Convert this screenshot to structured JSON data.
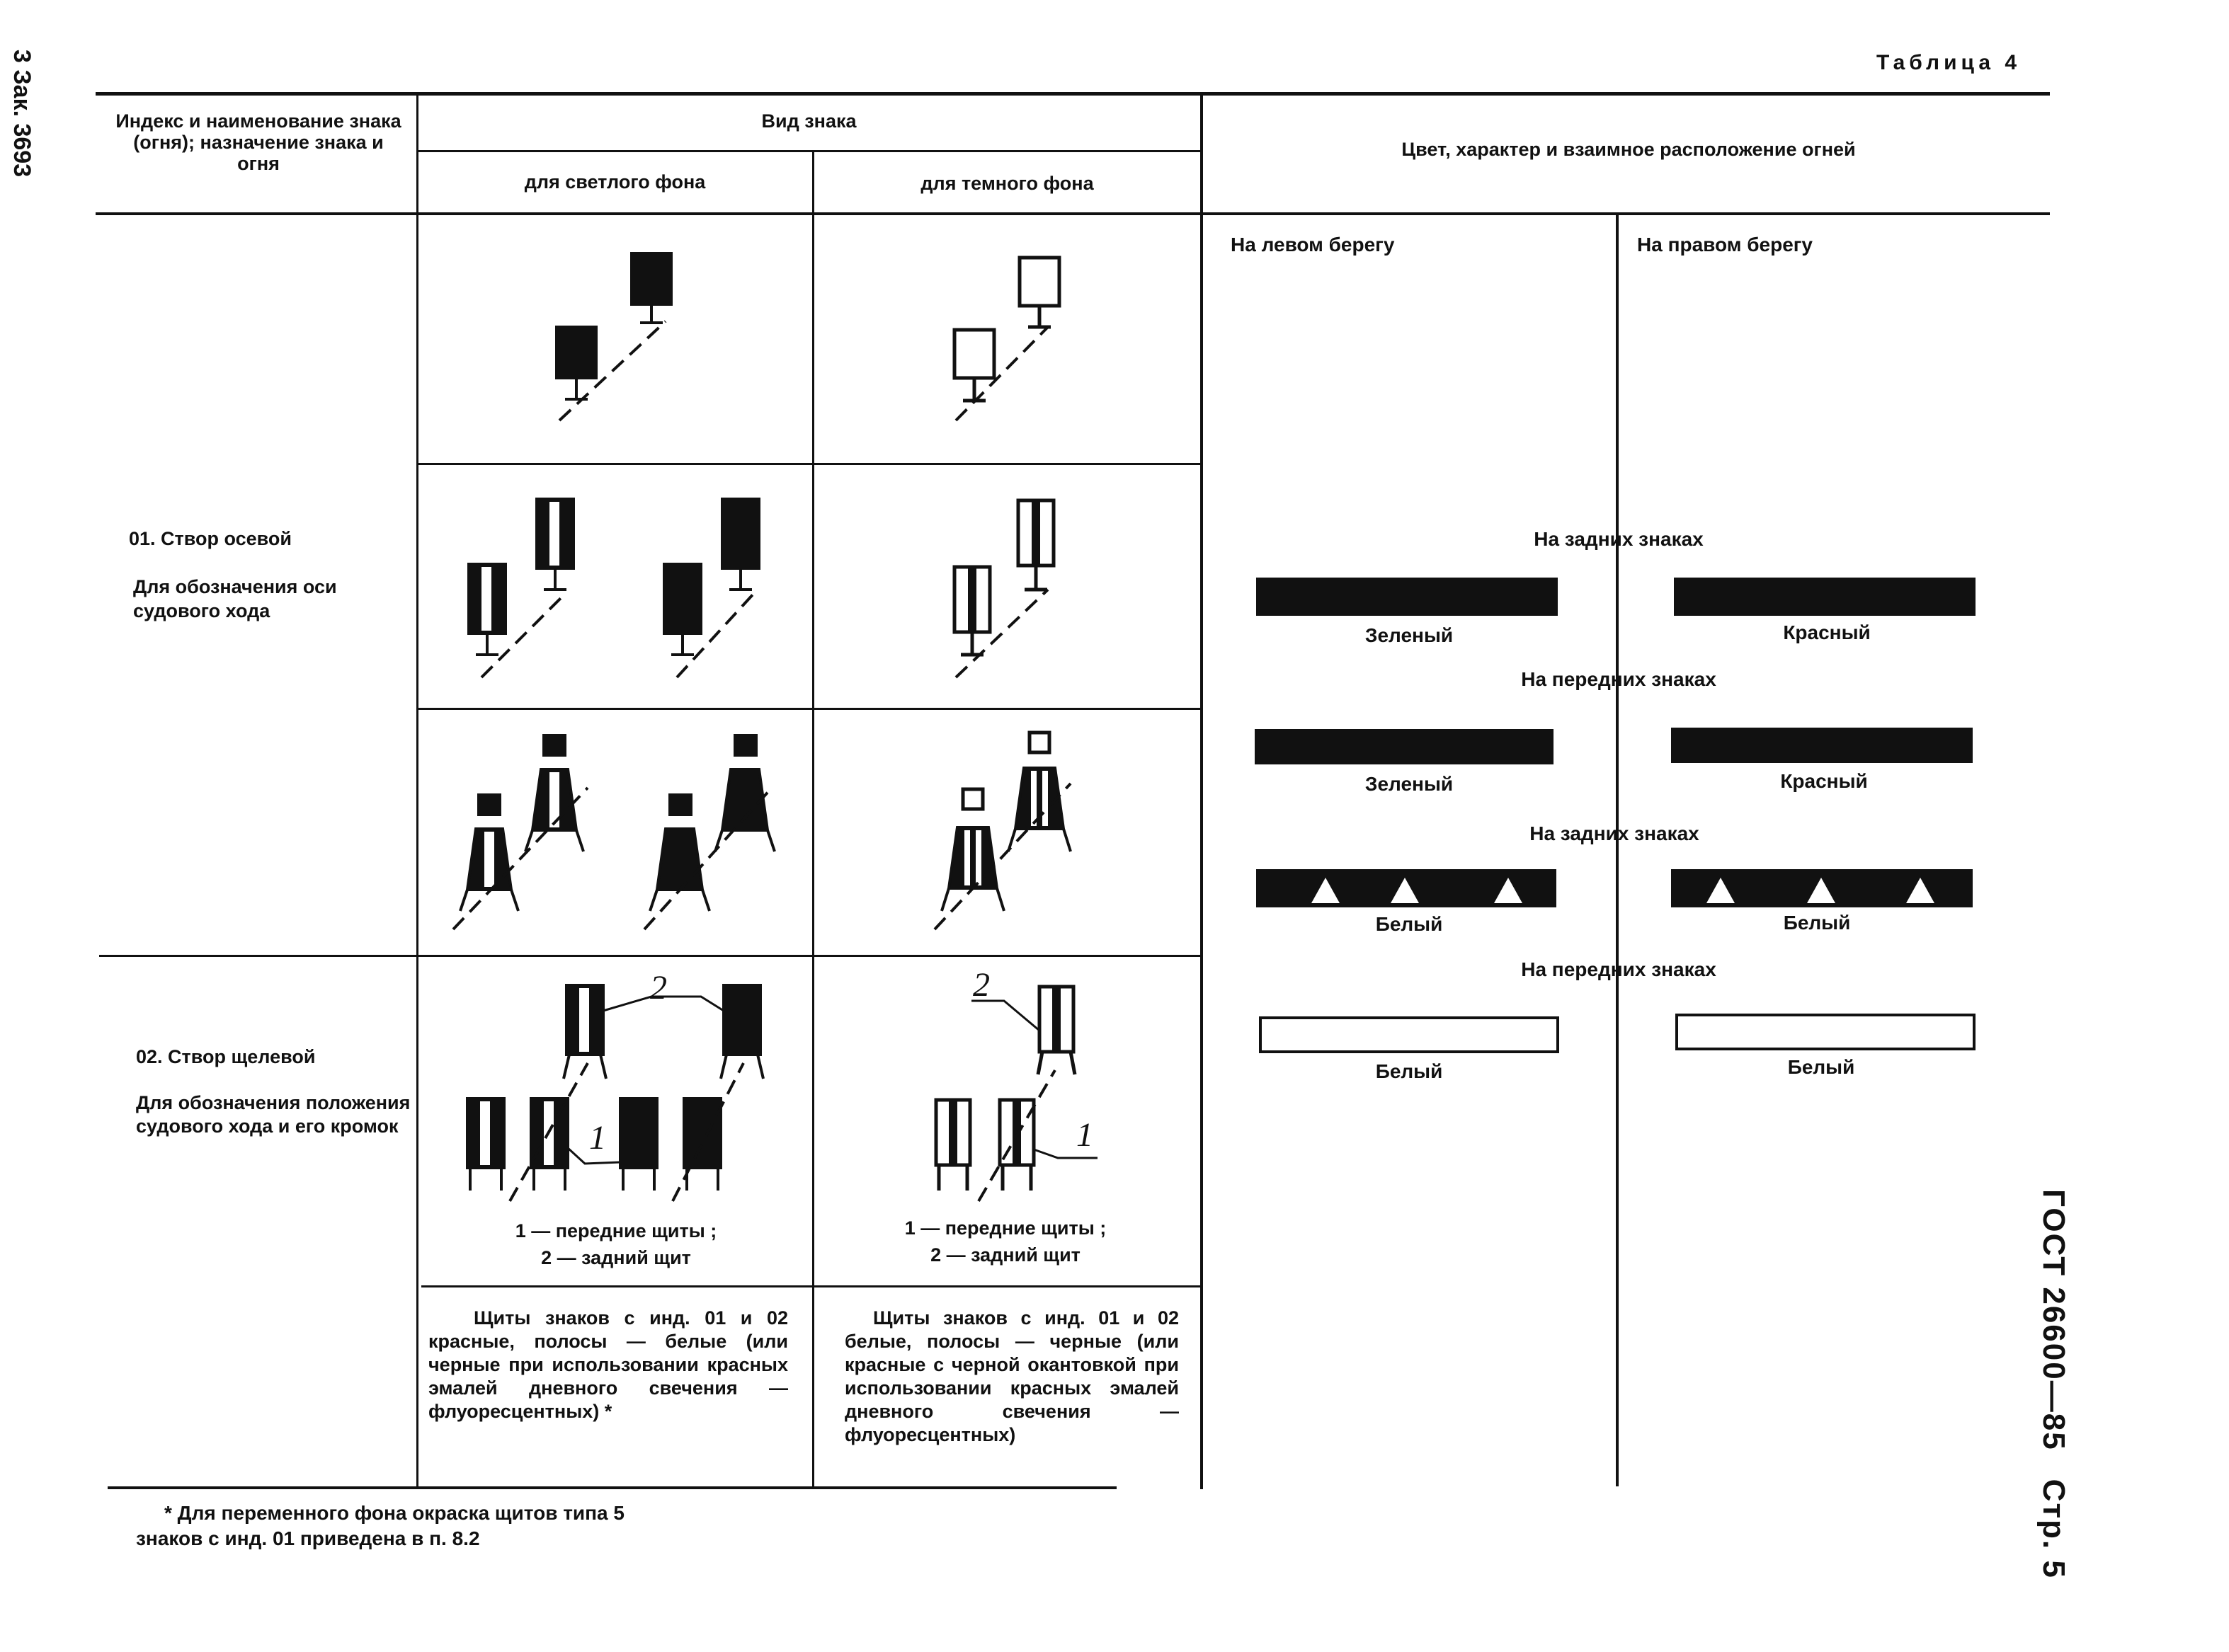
{
  "margin_left": "3 Зак. 3693",
  "gost": {
    "code": "ГОСТ 26600—85",
    "page": "Стр. 5"
  },
  "table_label": "Таблица 4",
  "headers": {
    "col1": "Индекс и наименование знака (огня); назначение знака и огня",
    "view": "Вид знака",
    "light": "для светлого фона",
    "dark": "для темного фона",
    "colors": "Цвет, характер и взаимное расположение огней"
  },
  "rows": {
    "r01": {
      "title": "01. Створ осевой",
      "desc": "Для обозначения оси судового хода"
    },
    "r02": {
      "title": "02. Створ щелевой",
      "desc": "Для обозначения положения судового хода и его кромок"
    }
  },
  "slit_labels": {
    "one": "1",
    "two": "2"
  },
  "legend": {
    "front": "1 — передние щиты ;",
    "back": "2 — задний щит"
  },
  "notes": {
    "light": "Щиты знаков с инд. 01 и 02 красные, полосы — белые (или черные при использовании красных эмалей дневного свечения — флуоресцентных) *",
    "dark": "Щиты знаков с инд. 01 и 02 белые, полосы — черные (или красные с черной окантовкой при использовании красных эмалей дневного свечения — флуоресцентных)"
  },
  "banks": {
    "left": "На левом берегу",
    "right": "На правом берегу"
  },
  "lights": [
    {
      "heading": "На задних знаках",
      "left": "Зеленый",
      "right": "Красный",
      "style": "black"
    },
    {
      "heading": "На передних знаках",
      "left": "Зеленый",
      "right": "Красный",
      "style": "black"
    },
    {
      "heading": "На задних знаках",
      "left": "Белый",
      "right": "Белый",
      "style": "black-flashing"
    },
    {
      "heading": "На передних знаках",
      "left": "Белый",
      "right": "Белый",
      "style": "white"
    }
  ],
  "footnote": "* Для переменного фона окраска щитов типа 5 знаков с инд. 01 приведена в п. 8.2"
}
